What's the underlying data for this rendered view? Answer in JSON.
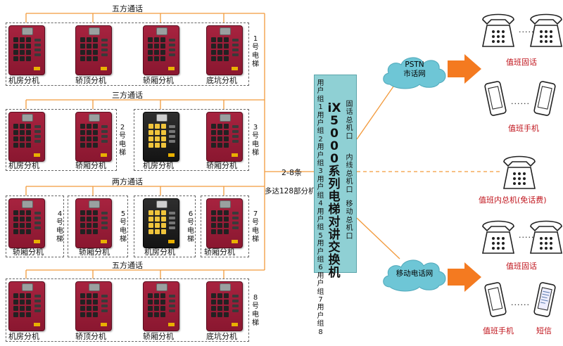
{
  "groups": {
    "g1": {
      "top_label": "五方通话",
      "elevator": "1号电梯",
      "units": [
        "机房分机",
        "轿顶分机",
        "轿厢分机",
        "底坑分机"
      ]
    },
    "g2": {
      "top_label": "三方通话",
      "elevator_a": "2号电梯",
      "units_a": [
        "机房分机",
        "轿厢分机"
      ],
      "elevator_b": "3号电梯",
      "units_b": [
        "机房分机",
        "轿厢分机"
      ]
    },
    "g3": {
      "top_label": "两方通话",
      "elevators": [
        "4号电梯",
        "5号电梯",
        "6号电梯",
        "7号电梯"
      ],
      "units": [
        "轿厢分机",
        "轿厢分机",
        "机房分机",
        "轿厢分机"
      ]
    },
    "g4": {
      "top_label": "五方通话",
      "elevator": "8号电梯",
      "units": [
        "机房分机",
        "轿顶分机",
        "轿厢分机",
        "底坑分机"
      ]
    }
  },
  "trunk": {
    "line1": "2-8条",
    "line2": "多达128部分机"
  },
  "switch": {
    "title": "iX5000系列电梯对讲交换机",
    "user_groups": [
      "用户组1",
      "用户组2",
      "用户组3",
      "用户组4",
      "用户组5",
      "用户组6",
      "用户组7",
      "用户组8"
    ],
    "ports": [
      "固话总机口",
      "内线总机口",
      "移动总机口"
    ]
  },
  "networks": {
    "pstn_line1": "PSTN",
    "pstn_line2": "市话网",
    "mobile": "移动电话网"
  },
  "right": {
    "duty_landline_1": "值班固话",
    "duty_mobile_1": "值班手机",
    "internal": "值班内总机(免话费)",
    "duty_landline_2": "值班固话",
    "duty_mobile_2": "值班手机",
    "sms": "短信",
    "dots": "......"
  },
  "colors": {
    "wire": "#f29a3c",
    "arrow": "#f47a20",
    "cloud": "#6ec6d6",
    "switch": "#8fd0d4",
    "panel_red": "#9b1d37"
  }
}
